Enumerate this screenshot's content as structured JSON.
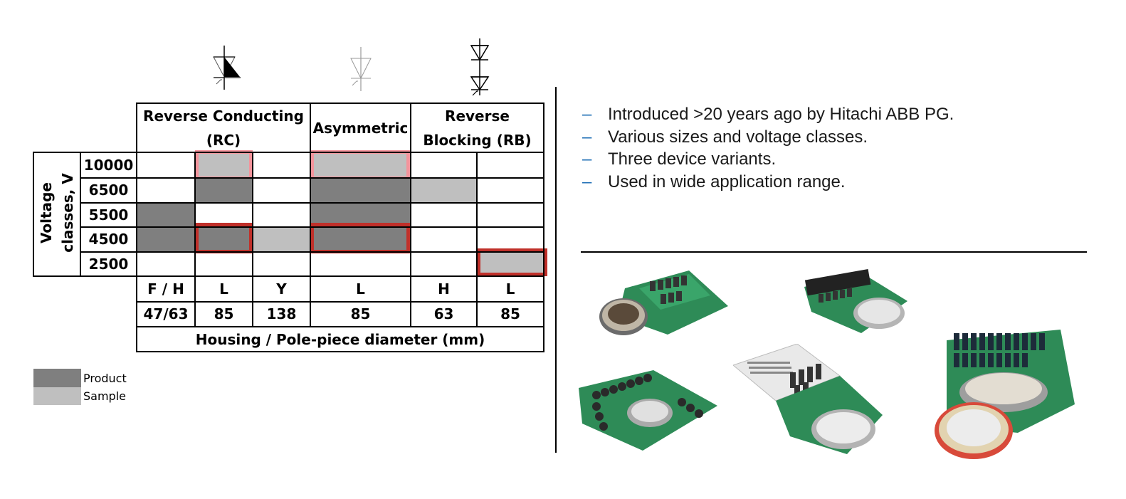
{
  "table": {
    "headers": {
      "rc": "Reverse Conducting (RC)",
      "asym": "Asymmetric",
      "rb": "Reverse Blocking (RB)"
    },
    "voltage_axis_label": "Voltage classes, V",
    "voltage_rows": [
      "10000",
      "6500",
      "5500",
      "4500",
      "2500"
    ],
    "housing_codes": [
      "F / H",
      "L",
      "Y",
      "L",
      "H",
      "L"
    ],
    "diameters": [
      "47/63",
      "85",
      "138",
      "85",
      "63",
      "85"
    ],
    "footer": "Housing / Pole-piece diameter (mm)"
  },
  "legend": {
    "product": "Product",
    "sample": "Sample",
    "product_color": "#7f7f7f",
    "sample_color": "#bfbfbf"
  },
  "highlight_colors": {
    "red": "#c0302a",
    "pink": "#f4949c"
  },
  "bullets": [
    "Introduced >20 years ago by Hitachi ABB PG.",
    "Various sizes and voltage classes.",
    "Three device variants.",
    "Used in wide application range."
  ],
  "icons": [
    "rc-thyristor-symbol",
    "asymmetric-thyristor-symbol",
    "reverse-blocking-thyristor-symbol"
  ],
  "photos": [
    "igct-board-photo-1",
    "igct-board-photo-2",
    "igct-board-photo-3",
    "igct-board-photo-4",
    "igct-board-photo-5"
  ]
}
